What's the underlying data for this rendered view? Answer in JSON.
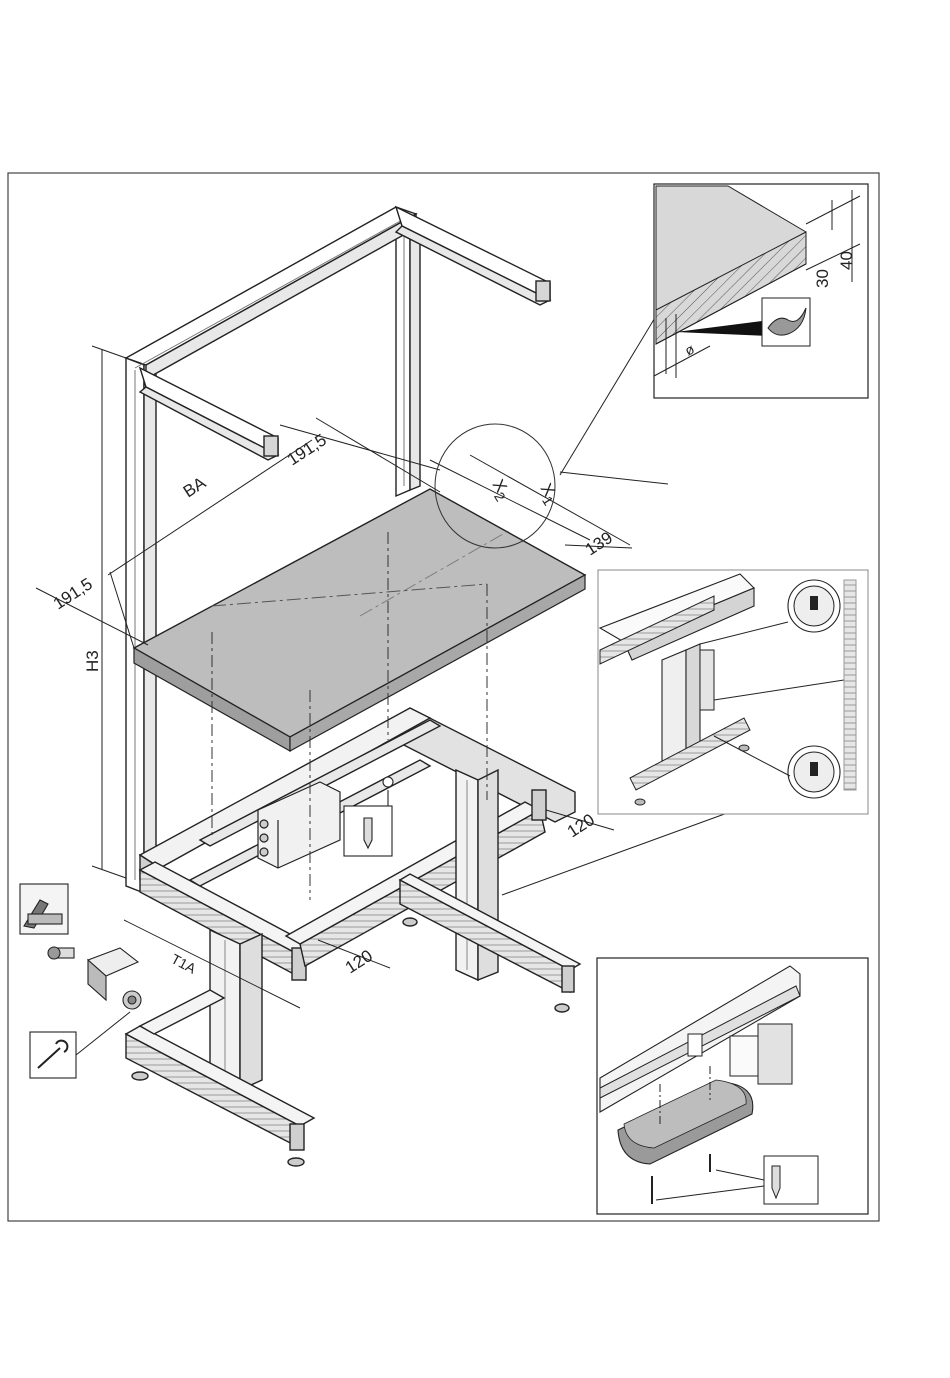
{
  "drawing": {
    "labels": {
      "width_BA": "BA",
      "height_H3": "H3",
      "offset_left": "191,5",
      "offset_top": "191,5",
      "x1": "X",
      "x1_sub": "1",
      "x2": "X",
      "x2_sub": "2",
      "depth_139": "139",
      "dim_120_right": "120",
      "dim_120_front": "120",
      "t1a": "T1A",
      "detail_30": "30",
      "detail_40": "40",
      "detail_diameter": "ø"
    }
  }
}
